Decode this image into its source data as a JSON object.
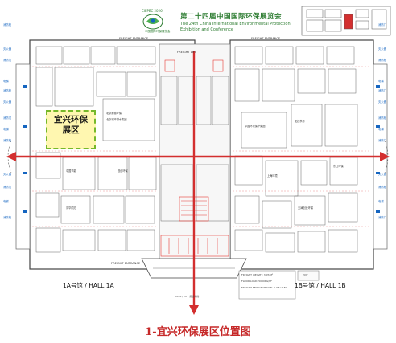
{
  "header": {
    "title_cn": "第二十四届中国国际环保展览会",
    "title_en_line1": "The 24th China International Environmental Protection",
    "title_en_line2": "Exhibition and Conference",
    "logo_top": "CIEPEC 2026",
    "logo_bottom": "中国国际环保展览会"
  },
  "labels": {
    "freight_left": "FREIGHT ENTRANCE",
    "freight_right": "FREIGHT ENTRANCE",
    "freight_bottom": "FREIGHT ENTRANCE",
    "freight_lift": "FREIGHT LIFT",
    "hall_1a": "1A号馆 / HALL 1A",
    "hall_1b": "1B号馆 / HALL 1B",
    "highlight_line1": "宜兴环保",
    "highlight_line2": "展区",
    "exit_label": "EXIT",
    "legend_lift": "CELL / LIFT 货运电梯",
    "freight_info_1": "FREIGHT WEIGHT: 3.0T/M²",
    "freight_info_2": "FLOOR LOAD: 5000KG/M²",
    "freight_info_3": "FREIGHT ENTRANCE SIZE: 4.2M×4.5M"
  },
  "side_labels": {
    "left": [
      "消防栓",
      "灭火器",
      "消防门",
      "电梯",
      "消防栓",
      "灭火器",
      "消防门",
      "电梯",
      "消防栓",
      "灭火器",
      "消防门",
      "电梯",
      "消防栓"
    ],
    "right": [
      "消防门",
      "灭火器",
      "消防栓",
      "电梯",
      "消防门",
      "灭火器",
      "消防栓",
      "电梯",
      "消防门",
      "灭火器",
      "消防栓",
      "电梯",
      "消防门"
    ]
  },
  "booths": {
    "a_center": [
      "北京桑德环保",
      "北京城市排水集团",
      "首创环保",
      "中国节能",
      "清华同方"
    ],
    "b_center": [
      "中国环境保护集团",
      "北控水务",
      "东江环保",
      "上海环境",
      "天津创业环保"
    ]
  },
  "caption": "1-宜兴环保展区位置图",
  "colors": {
    "caption": "#c62828",
    "arrow": "#d32f2f",
    "highlight_fill": "#fff7b0",
    "highlight_border": "#76b82a",
    "header_green": "#2e7d32"
  }
}
